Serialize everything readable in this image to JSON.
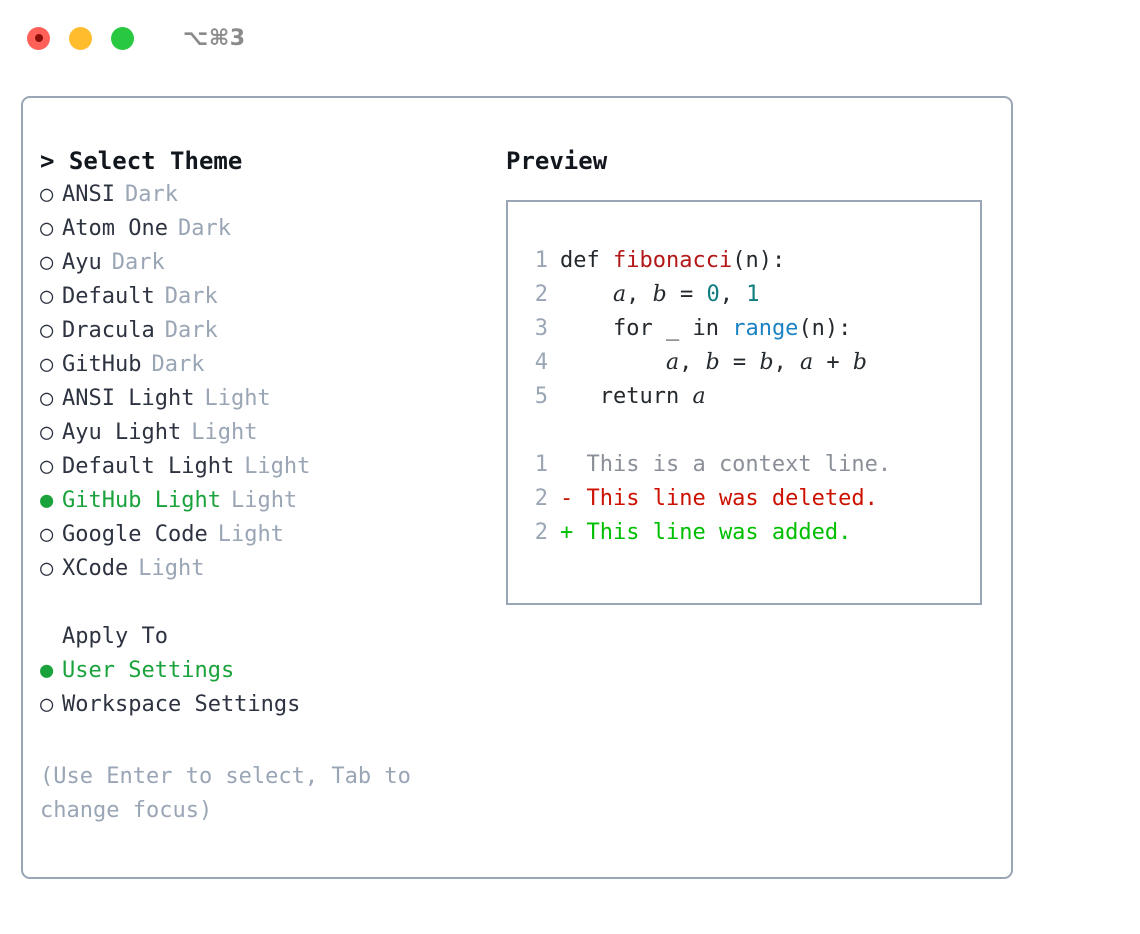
{
  "window": {
    "title": "⌥⌘3",
    "traffic_lights": [
      {
        "name": "close",
        "color": "#ff6159"
      },
      {
        "name": "minimize",
        "color": "#ffbd2e"
      },
      {
        "name": "maximize",
        "color": "#28c840"
      }
    ]
  },
  "theme_picker": {
    "heading": "> Select Theme",
    "caret": ">",
    "heading_label": "Select Theme",
    "bullet_unselected": "○",
    "bullet_selected": "●",
    "items": [
      {
        "label": "ANSI",
        "tag": "Dark",
        "selected": false
      },
      {
        "label": "Atom One",
        "tag": "Dark",
        "selected": false
      },
      {
        "label": "Ayu",
        "tag": "Dark",
        "selected": false
      },
      {
        "label": "Default",
        "tag": "Dark",
        "selected": false
      },
      {
        "label": "Dracula",
        "tag": "Dark",
        "selected": false
      },
      {
        "label": "GitHub",
        "tag": "Dark",
        "selected": false
      },
      {
        "label": "ANSI Light",
        "tag": "Light",
        "selected": false
      },
      {
        "label": "Ayu Light",
        "tag": "Light",
        "selected": false
      },
      {
        "label": "Default Light",
        "tag": "Light",
        "selected": false
      },
      {
        "label": "GitHub Light",
        "tag": "Light",
        "selected": true
      },
      {
        "label": "Google Code",
        "tag": "Light",
        "selected": false
      },
      {
        "label": "XCode",
        "tag": "Light",
        "selected": false
      }
    ]
  },
  "apply_to": {
    "heading": "Apply To",
    "items": [
      {
        "label": "User Settings",
        "selected": true
      },
      {
        "label": "Workspace Settings",
        "selected": false
      }
    ]
  },
  "hint": "(Use Enter to select, Tab to change focus)",
  "preview": {
    "title": "Preview",
    "code_lines": [
      {
        "num": "1",
        "indent": "",
        "tokens": [
          {
            "t": "def ",
            "k": "plain"
          },
          {
            "t": "fibonacci",
            "k": "fn"
          },
          {
            "t": "(n):",
            "k": "plain"
          }
        ]
      },
      {
        "num": "2",
        "indent": "    ",
        "tokens": [
          {
            "t": "a",
            "k": "var"
          },
          {
            "t": ", ",
            "k": "plain"
          },
          {
            "t": "b",
            "k": "var"
          },
          {
            "t": " = ",
            "k": "plain"
          },
          {
            "t": "0",
            "k": "num"
          },
          {
            "t": ", ",
            "k": "plain"
          },
          {
            "t": "1",
            "k": "num"
          }
        ]
      },
      {
        "num": "3",
        "indent": "    ",
        "tokens": [
          {
            "t": "for _ in ",
            "k": "plain"
          },
          {
            "t": "range",
            "k": "kw"
          },
          {
            "t": "(n):",
            "k": "plain"
          }
        ]
      },
      {
        "num": "4",
        "indent": "        ",
        "tokens": [
          {
            "t": "a",
            "k": "var"
          },
          {
            "t": ", ",
            "k": "plain"
          },
          {
            "t": "b",
            "k": "var"
          },
          {
            "t": " = ",
            "k": "plain"
          },
          {
            "t": "b",
            "k": "var"
          },
          {
            "t": ", ",
            "k": "plain"
          },
          {
            "t": "a",
            "k": "var"
          },
          {
            "t": " + ",
            "k": "plain"
          },
          {
            "t": "b",
            "k": "var"
          }
        ]
      },
      {
        "num": "5",
        "indent": "   ",
        "tokens": [
          {
            "t": "return ",
            "k": "plain"
          },
          {
            "t": "a",
            "k": "var"
          }
        ]
      }
    ],
    "diff_lines": [
      {
        "num": "1",
        "marker": "  ",
        "text": "This is a context line.",
        "kind": "ctx"
      },
      {
        "num": "2",
        "marker": "- ",
        "text": "This line was deleted.",
        "kind": "del"
      },
      {
        "num": "2",
        "marker": "+ ",
        "text": "This line was added.",
        "kind": "add"
      }
    ]
  },
  "colors": {
    "border": "#9aa5b5",
    "text": "#2d3340",
    "muted": "#9aa5b5",
    "accent_green": "#1aa33c",
    "diff_add": "#00bf00",
    "diff_del": "#cc1100",
    "token_fn": "#b41717",
    "token_num": "#0d7d80",
    "token_kw": "#1b82c4"
  }
}
